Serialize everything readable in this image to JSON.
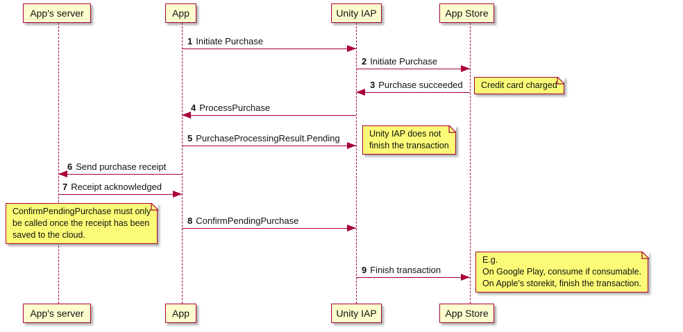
{
  "diagram_type": "sequence-diagram",
  "colors": {
    "participant_fill": "#FEFECE",
    "note_fill": "#FBFB77",
    "line_and_border": "#A80036",
    "text": "#111111",
    "background": "#ffffff"
  },
  "participants": [
    {
      "label": "App's server"
    },
    {
      "label": "App"
    },
    {
      "label": "Unity IAP"
    },
    {
      "label": "App Store"
    }
  ],
  "messages": [
    {
      "num": "1",
      "label": "Initiate Purchase",
      "from": "App",
      "to": "Unity IAP"
    },
    {
      "num": "2",
      "label": "Initiate Purchase",
      "from": "Unity IAP",
      "to": "App Store"
    },
    {
      "num": "3",
      "label": "Purchase succeeded",
      "from": "App Store",
      "to": "Unity IAP"
    },
    {
      "num": "4",
      "label": "ProcessPurchase",
      "from": "Unity IAP",
      "to": "App"
    },
    {
      "num": "5",
      "label": "PurchaseProcessingResult.Pending",
      "from": "App",
      "to": "Unity IAP"
    },
    {
      "num": "6",
      "label": "Send purchase receipt",
      "from": "App",
      "to": "App's server"
    },
    {
      "num": "7",
      "label": "Receipt acknowledged",
      "from": "App's server",
      "to": "App"
    },
    {
      "num": "8",
      "label": "ConfirmPendingPurchase",
      "from": "App",
      "to": "Unity IAP"
    },
    {
      "num": "9",
      "label": "Finish transaction",
      "from": "Unity IAP",
      "to": "App Store"
    }
  ],
  "notes": [
    {
      "lines": [
        "Credit card charged"
      ]
    },
    {
      "lines": [
        "Unity IAP does not",
        "finish the transaction"
      ]
    },
    {
      "lines": [
        "ConfirmPendingPurchase must only",
        "be called once the receipt has been",
        "saved to the cloud."
      ]
    },
    {
      "lines": [
        "E.g.",
        "On Google Play, consume if consumable.",
        "On Apple's storekit, finish the transaction."
      ]
    }
  ]
}
